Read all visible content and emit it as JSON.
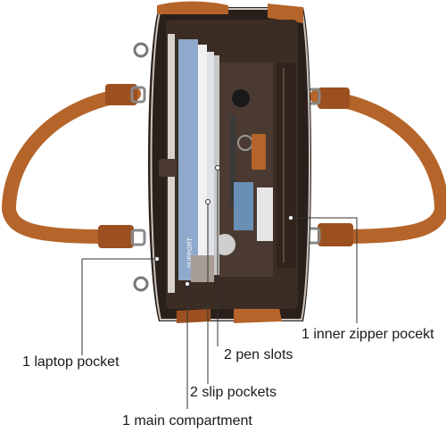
{
  "labels": {
    "laptop_pocket": "1 laptop pocket",
    "main_compartment": "1 main compartment",
    "slip_pockets": "2 slip pockets",
    "pen_slots": "2 pen slots",
    "inner_zipper_pocket": "1 inner zipper pocekt"
  },
  "book_spine_text": "SUPPORT",
  "colors": {
    "leather_brown": "#b5652a",
    "leather_dark": "#8a4518",
    "lining": "#3b2c24",
    "bag_shell": "#2a201b",
    "leader_line": "#333333"
  }
}
